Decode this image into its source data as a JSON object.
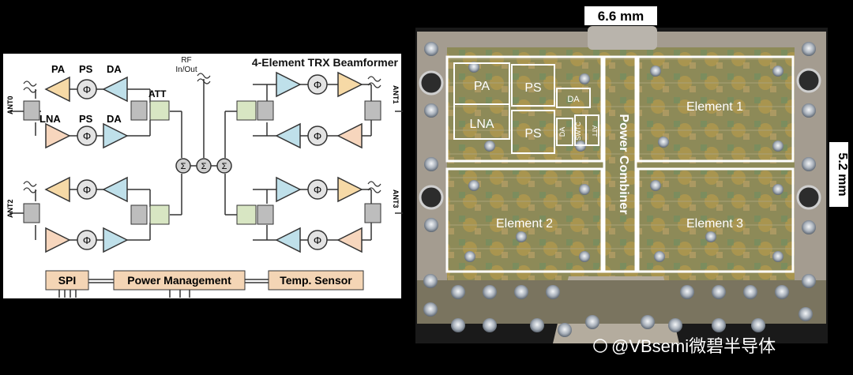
{
  "schematic": {
    "title": "4-Element TRX Beamformer",
    "rf_label_1": "RF",
    "rf_label_2": "In/Out",
    "labels": {
      "pa": "PA",
      "ps": "PS",
      "da": "DA",
      "lna": "LNA",
      "att": "ATT",
      "ant0": "ANT0",
      "ant1": "ANT1",
      "ant2": "ANT2",
      "ant3": "ANT3",
      "phi": "Φ",
      "sigma": "Σ"
    },
    "bus": {
      "spi": "SPI",
      "power": "Power Management",
      "temp": "Temp. Sensor"
    }
  },
  "die": {
    "width_label": "6.6 mm",
    "height_label": "5.2 mm",
    "blocks": {
      "pa": "PA",
      "ps1": "PS",
      "ps2": "PS",
      "lna": "LNA",
      "da1": "DA",
      "da2": "DA",
      "swtc": "SWTC",
      "att": "ATT"
    },
    "combiner": "Power Combiner",
    "elements": [
      "Element 1",
      "Element 2",
      "Element 3"
    ]
  },
  "watermark": {
    "text": "@VBsemi微碧半导体"
  },
  "colors": {
    "pa": "#f6d9a6",
    "lna": "#f7d6bd",
    "da": "#bfe0ea",
    "att": "#d8e6c3",
    "bus": "#f4d5b5"
  }
}
